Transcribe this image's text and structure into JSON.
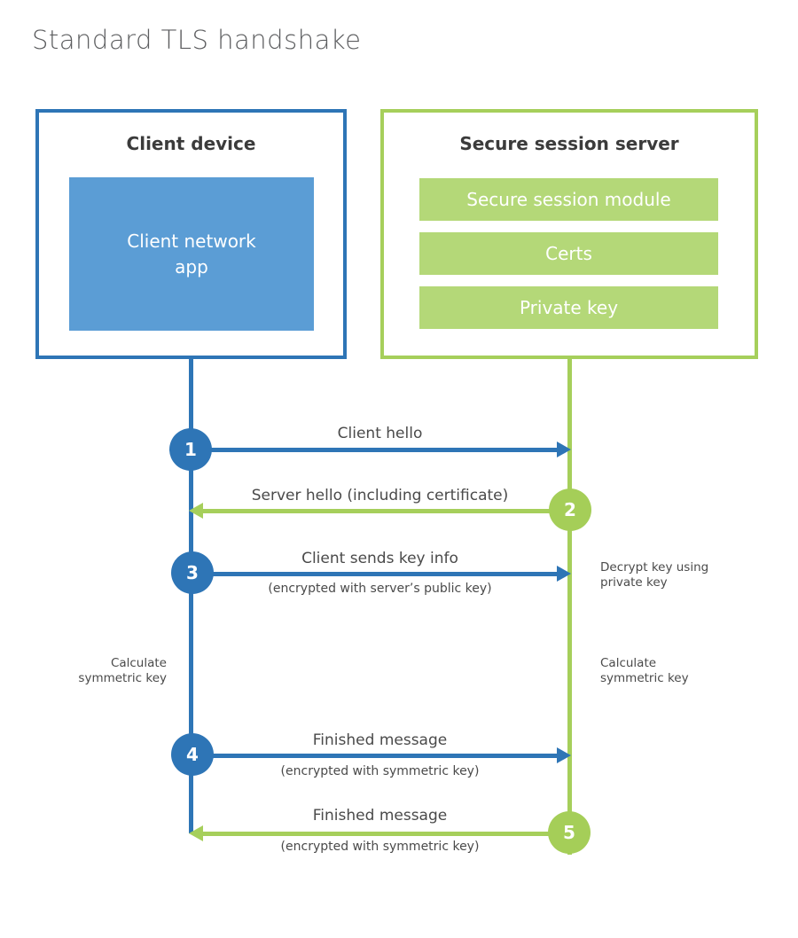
{
  "page": {
    "title": "Standard TLS handshake"
  },
  "colors": {
    "blue": "#2e75b6",
    "blue_fill": "#5b9dd5",
    "green": "#a6cf5b",
    "green_fill": "#b4d878",
    "heading_text": "#3b3b3b",
    "label_text": "#4a4a4a",
    "title_text": "#5d5e60"
  },
  "client": {
    "title": "Client device",
    "app_label": "Client network\napp"
  },
  "server": {
    "title": "Secure session server",
    "modules": [
      "Secure session module",
      "Certs",
      "Private key"
    ]
  },
  "steps": [
    {
      "num": "1",
      "from": "client",
      "to": "server",
      "color": "blue",
      "label": "Client hello",
      "sublabel": ""
    },
    {
      "num": "2",
      "from": "server",
      "to": "client",
      "color": "green",
      "label": "Server hello (including certificate)",
      "sublabel": ""
    },
    {
      "num": "3",
      "from": "client",
      "to": "server",
      "color": "blue",
      "label": "Client sends key info",
      "sublabel": "(encrypted with server’s public key)"
    },
    {
      "num": "4",
      "from": "client",
      "to": "server",
      "color": "blue",
      "label": "Finished message",
      "sublabel": "(encrypted with symmetric key)"
    },
    {
      "num": "5",
      "from": "server",
      "to": "client",
      "color": "green",
      "label": "Finished message",
      "sublabel": "(encrypted with symmetric key)"
    }
  ],
  "notes": {
    "decrypt": "Decrypt key using\nprivate key",
    "calc_left": "Calculate\nsymmetric key",
    "calc_right": "Calculate\nsymmetric key"
  }
}
